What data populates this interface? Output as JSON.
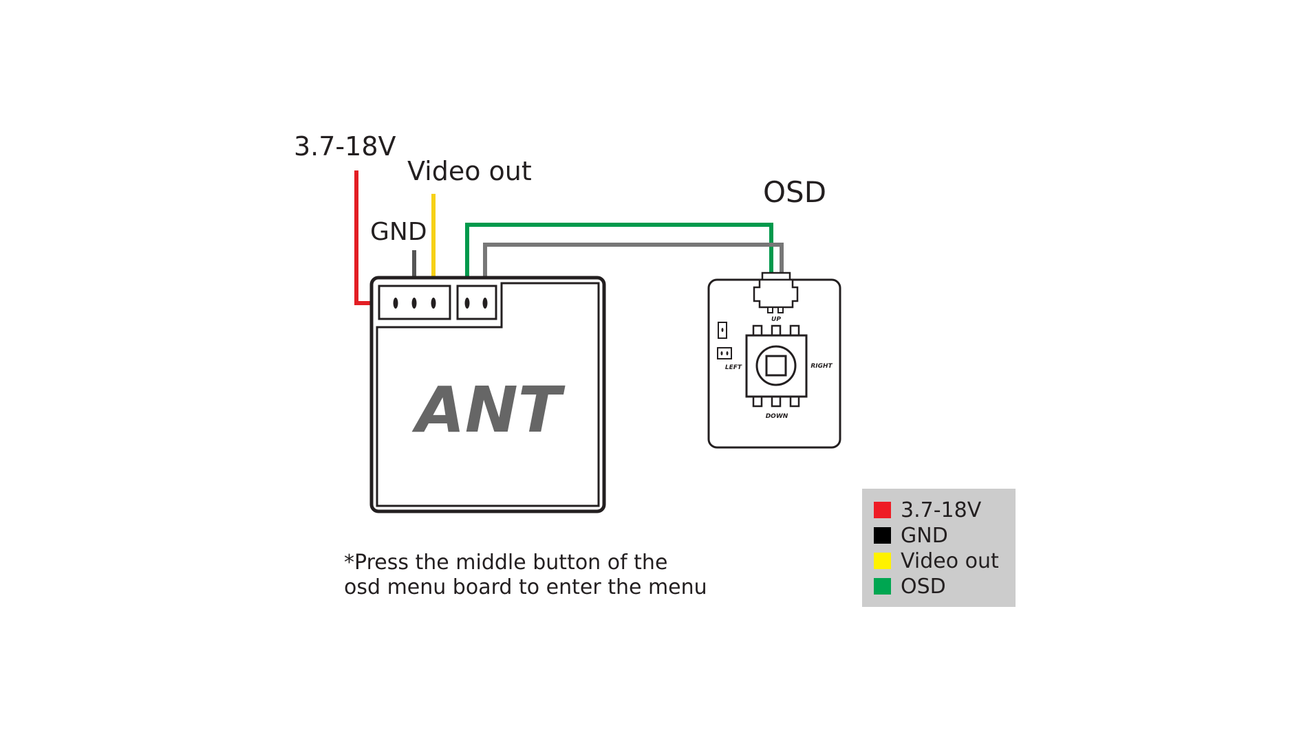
{
  "labels": {
    "power": "3.7-18V",
    "video_out": "Video out",
    "gnd": "GND",
    "osd": "OSD"
  },
  "camera": {
    "brand": "ANT"
  },
  "osd_board": {
    "up": "UP",
    "down": "DOWN",
    "left": "LEFT",
    "right": "RIGHT"
  },
  "note": {
    "line1": "*Press the middle button of the",
    "line2": "osd menu board to enter the menu"
  },
  "legend": {
    "items": [
      {
        "label": "3.7-18V",
        "color": "#ee1c25"
      },
      {
        "label": "GND",
        "color": "#000000"
      },
      {
        "label": "Video out",
        "color": "#fff200"
      },
      {
        "label": "OSD",
        "color": "#00a651"
      }
    ]
  },
  "colors": {
    "power_wire": "#e31e24",
    "gnd_wire": "#555555",
    "video_wire": "#f7d117",
    "osd_wire": "#00994c",
    "osd_wire2": "#777777",
    "legend_bg": "#cccccc"
  }
}
